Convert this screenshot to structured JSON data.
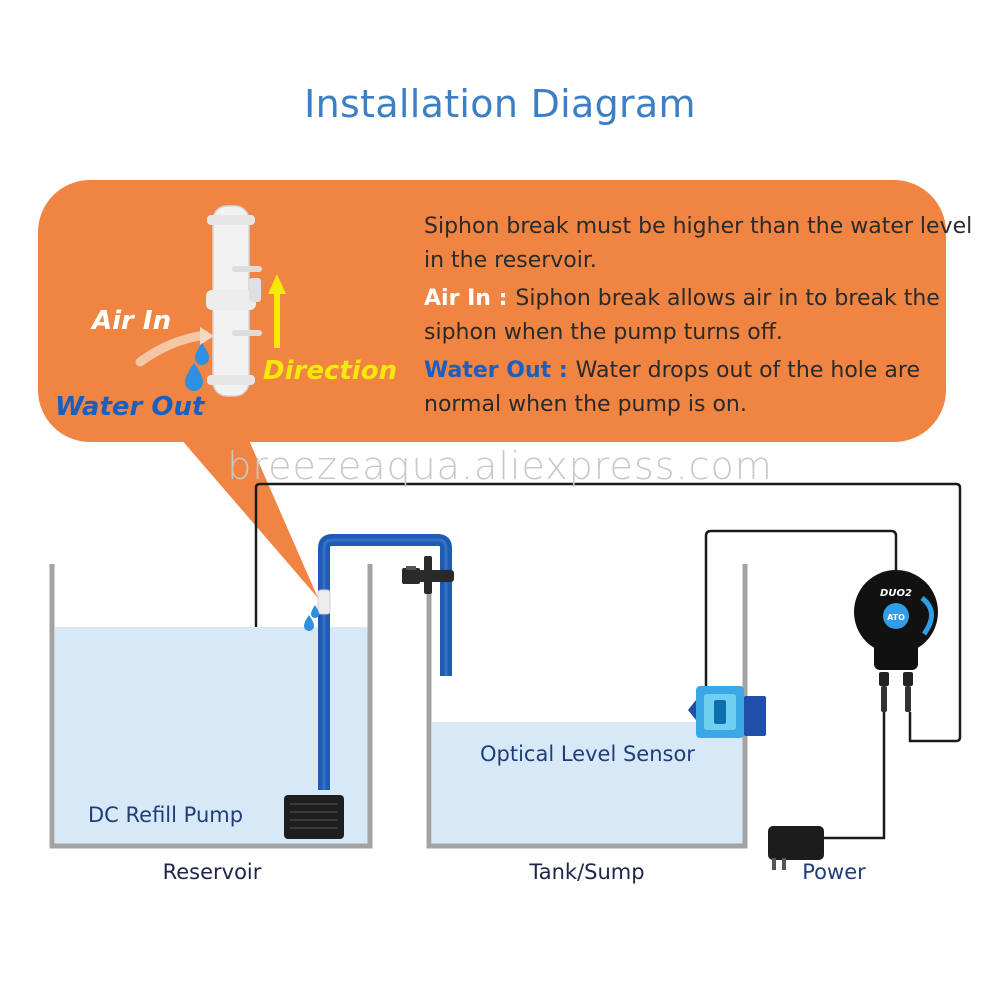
{
  "title": "Installation Diagram",
  "callout": {
    "intro": "Siphon break must be higher than the water level in the reservoir.",
    "air_in_key": "Air In :",
    "air_in_text": "Siphon break allows air in to break the siphon when the pump turns off.",
    "water_out_key": "Water Out :",
    "water_out_text": "Water drops out of the hole are normal when the pump is on."
  },
  "detail_labels": {
    "air_in": "Air In",
    "water_out": "Water Out",
    "direction": "Direction"
  },
  "watermark": "breezeaqua.aliexpress.com",
  "controller": {
    "brand": "DUO2",
    "button": "ATO"
  },
  "labels": {
    "pump": "DC Refill Pump",
    "sensor": "Optical Level Sensor",
    "reservoir": "Reservoir",
    "tank": "Tank/Sump",
    "power": "Power"
  },
  "colors": {
    "callout_bg": "#ef8443",
    "water": "#d7e9f6",
    "pipe": "#1f5bb5",
    "title": "#3d7fc4",
    "accent_yellow": "#f5e80b"
  }
}
